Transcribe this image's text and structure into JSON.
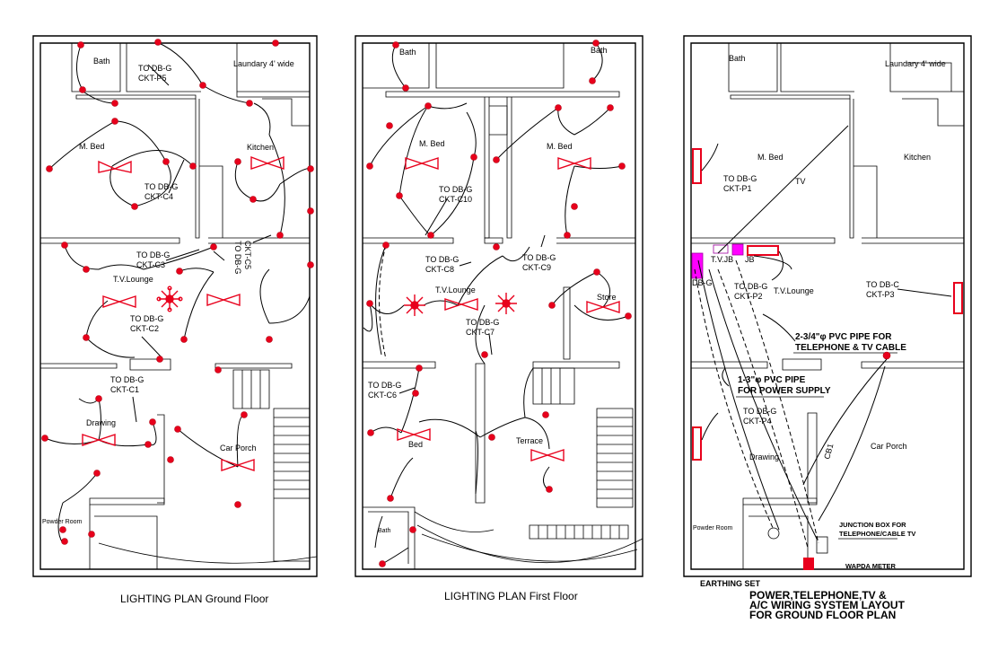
{
  "plans": [
    {
      "title": "LIGHTING PLAN Ground Floor",
      "rooms": [
        "Bath",
        "Laundary 4' wide",
        "M. Bed",
        "Kitchen",
        "T.V.Lounge",
        "Drawing",
        "Car Porch",
        "Powder Room"
      ],
      "circuits": [
        "TO DB-G\nCKT-P5",
        "TO DB-G\nCKT-C4",
        "TO DB-G\nCKT-C3",
        "TO DB-G\nCKT-C5",
        "TO DB-G\nCKT-C2",
        "TO DB-G\nCKT-C1"
      ]
    },
    {
      "title": "LIGHTING PLAN First Floor",
      "rooms": [
        "Bath",
        "Bath",
        "M. Bed",
        "M. Bed",
        "T.V.Lounge",
        "Store",
        "Bed",
        "Terrace",
        "Bath"
      ],
      "circuits": [
        "TO DB-G\nCKT-C10",
        "TO DB-G\nCKT-C8",
        "TO DB-G\nCKT-C9",
        "TO DB-G\nCKT-C7",
        "TO DB-G\nCKT-C6"
      ]
    },
    {
      "title_lines": [
        "POWER,TELEPHONE,TV &",
        "A/C WIRING SYSTEM LAYOUT",
        "FOR GROUND FLOOR PLAN"
      ],
      "rooms": [
        "Bath",
        "Laundary 4' wide",
        "M. Bed",
        "Kitchen",
        "T.V.Lounge",
        "Drawing",
        "Car Porch",
        "Powder Room"
      ],
      "circuits": [
        "TO DB-G\nCKT-P1",
        "TO DB-G\nCKT-P2",
        "TO DB-C\nCKT-P3",
        "TO DB-G\nCKT-P4"
      ],
      "labels": {
        "tv": "TV",
        "tv_jb": "T.V.JB",
        "jb": "JB",
        "db_g": "DB-G",
        "pvc_tel": [
          "2-3/4\"φ PVC PIPE FOR",
          "TELEPHONE & TV CABLE"
        ],
        "pvc_power": [
          "1-3\"φ PVC PIPE",
          "FOR POWER SUPPLY"
        ],
        "junction": [
          "JUNCTION BOX FOR",
          "TELEPHONE/CABLE TV"
        ],
        "wapda": "WAPDA METER",
        "earthing": "EARTHING SET",
        "cb": "CB1"
      }
    }
  ]
}
